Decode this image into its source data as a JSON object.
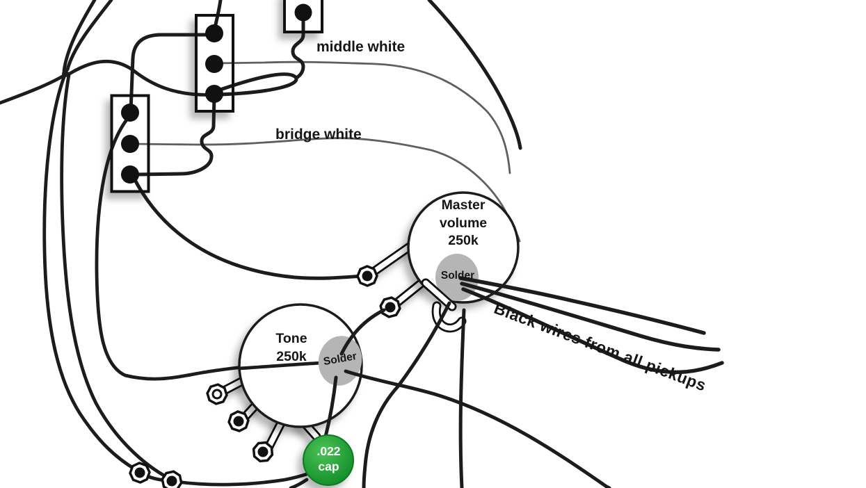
{
  "diagram": {
    "title_context": "guitar pickup wiring diagram",
    "pickup_wires": {
      "middle": "middle white",
      "bridge": "bridge white",
      "ground_note": "Black wires from all pickups"
    },
    "pots": {
      "master": {
        "line1": "Master",
        "line2": "volume",
        "line3": "250k",
        "solder": "Solder"
      },
      "tone": {
        "line1": "Tone",
        "line2": "250k",
        "solder": "Solder"
      }
    },
    "capacitor": {
      "line1": ".022",
      "line2": "cap"
    },
    "colors": {
      "background": "#ffffff",
      "wire_black": "#1c1c1c",
      "wire_gray": "#5f5f5f",
      "solder_gray": "#b5b5b5",
      "cap_green": "#2aa43c",
      "cap_green_light": "#4cc257",
      "cap_green_dark": "#128a28",
      "text": "#161616"
    }
  }
}
